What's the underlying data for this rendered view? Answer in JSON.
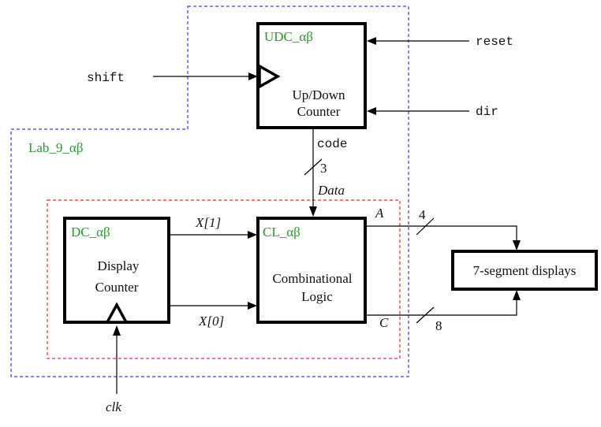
{
  "colors": {
    "outer_boundary": "#3344dd",
    "inner_boundary": "#e03030",
    "module_name": "#2a9a2a"
  },
  "boundaries": {
    "outer_label": "Lab_9_αβ"
  },
  "modules": {
    "udc": {
      "name": "UDC_αβ",
      "line1": "Up/Down",
      "line2": "Counter"
    },
    "dc": {
      "name": "DC_αβ",
      "line1": "Display",
      "line2": "Counter"
    },
    "cl": {
      "name": "CL_αβ",
      "line1": "Combinational",
      "line2": "Logic"
    },
    "seg": {
      "name": "7-segment displays"
    }
  },
  "signals": {
    "shift": "shift",
    "reset": "reset",
    "dir": "dir",
    "code": "code",
    "code_width": "3",
    "data": "Data",
    "x1": "X[1]",
    "x0": "X[0]",
    "a": "A",
    "a_width": "4",
    "c": "C",
    "c_width": "8",
    "clk": "clk"
  }
}
